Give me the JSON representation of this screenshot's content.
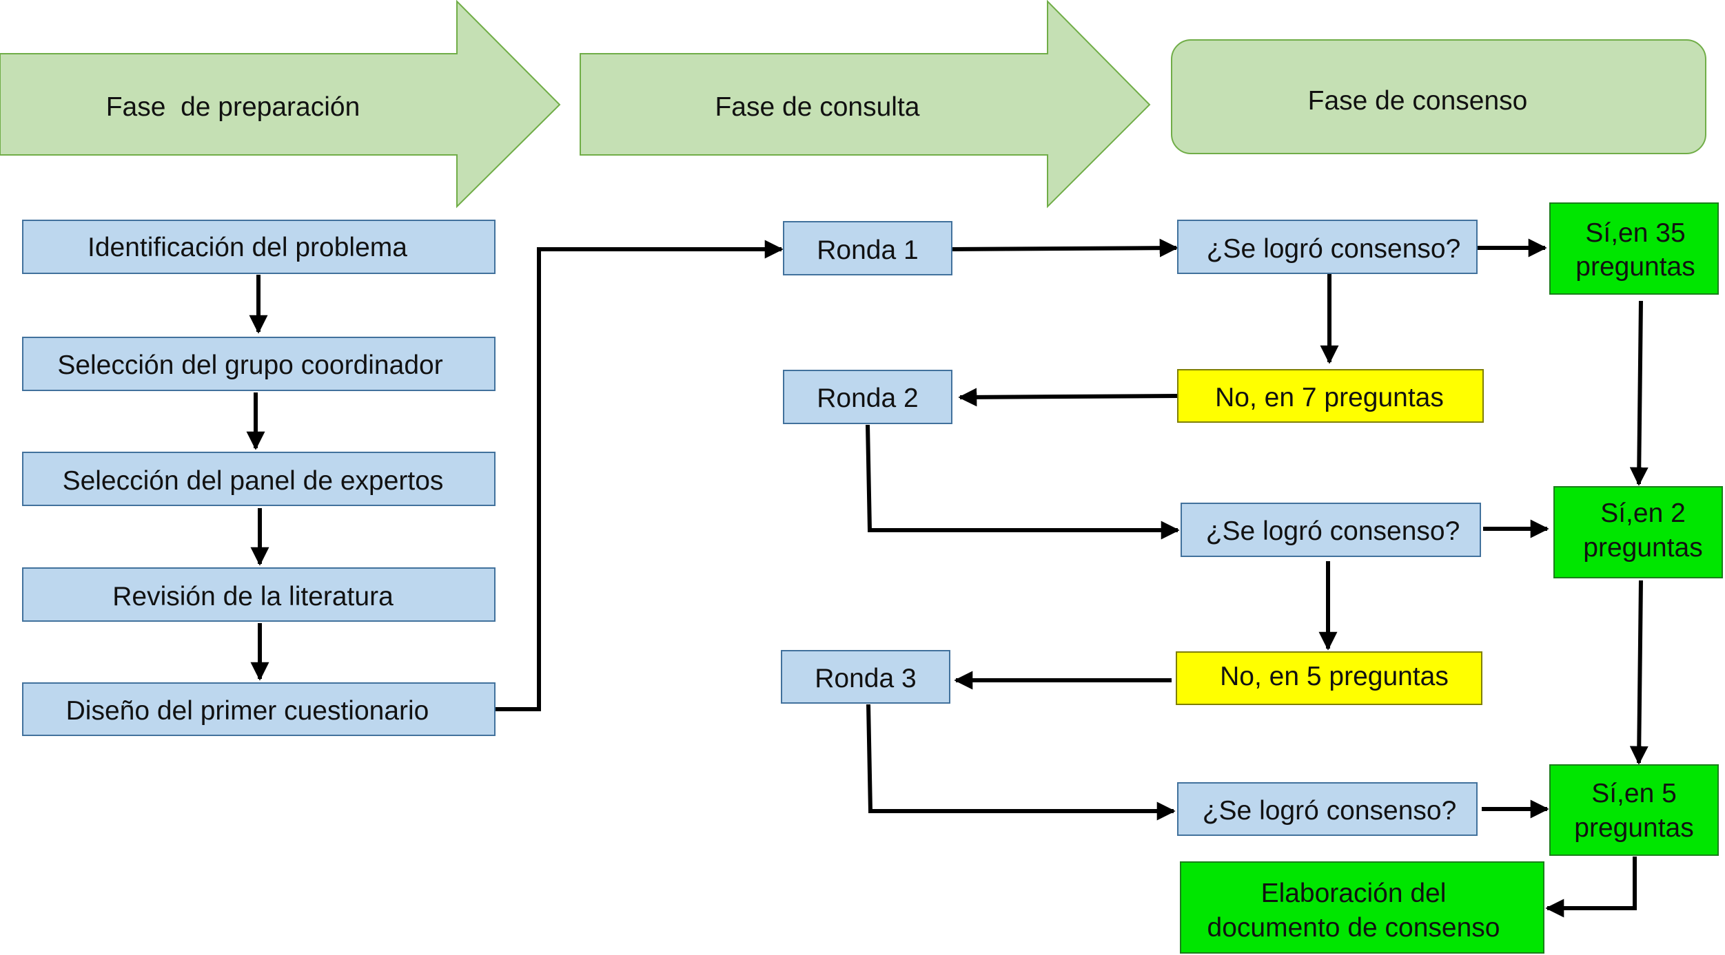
{
  "colors": {
    "phase_fill": "#c5e0b4",
    "phase_stroke": "#70ad47",
    "step_fill": "#bdd7ee",
    "step_stroke": "#41719c",
    "no_fill": "#ffff00",
    "yes_fill": "#00e600",
    "connector": "#000000"
  },
  "phases": {
    "preparation": "Fase  de preparación",
    "consultation": "Fase de consulta",
    "consensus": "Fase de consenso"
  },
  "preparation_steps": {
    "identify_problem": "Identificación del problema",
    "select_coordinator_group": "Selección del grupo coordinador",
    "select_expert_panel": "Selección del panel de expertos",
    "literature_review": "Revisión de la literatura",
    "first_questionnaire": "Diseño del primer cuestionario"
  },
  "rounds": {
    "round_1": "Ronda 1",
    "round_2": "Ronda 2",
    "round_3": "Ronda 3"
  },
  "consensus_question": "¿Se logró consenso?",
  "outcomes": {
    "no_round_1": "No, en 7 preguntas",
    "no_round_2": "No, en 5 preguntas",
    "yes_round_1_line1": "Sí,en 35",
    "yes_round_1_line2": "preguntas",
    "yes_round_2_line1": "Sí,en 2",
    "yes_round_2_line2": "preguntas",
    "yes_round_3_line1": "Sí,en 5",
    "yes_round_3_line2": "preguntas"
  },
  "final_document": {
    "line1": "Elaboración del",
    "line2": "documento de consenso"
  }
}
